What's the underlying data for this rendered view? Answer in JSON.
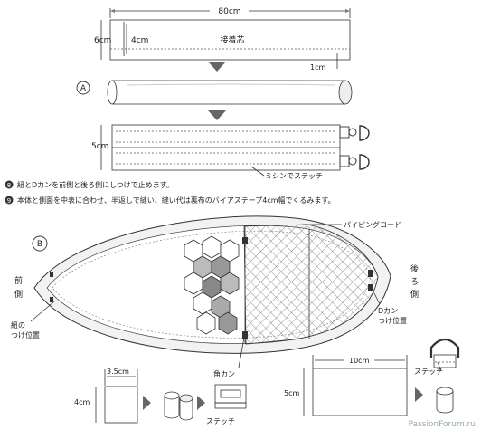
{
  "step_a": {
    "marker": "A",
    "strip_length": "80cm",
    "strip_height": "6cm",
    "inner_height": "4cm",
    "interfacing": "接着芯",
    "margin": "1cm",
    "width_sewn": "5cm",
    "stitch_note": "ミシンでステッチ"
  },
  "instructions": {
    "step8_num": "8",
    "step8": "紐とDカンを前側と後ろ側にしつけで止めます。",
    "step9_num": "9",
    "step9": "本体と側面を中表に合わせ、半返しで縫い、縫い代は裏布のバイアステープ4cm幅でくるみます。"
  },
  "step_b": {
    "marker": "B",
    "piping": "パイピングコード",
    "front": [
      "前",
      "側"
    ],
    "back": [
      "後",
      "ろ",
      "側"
    ],
    "strap_pos": [
      "紐の",
      "つけ位置"
    ],
    "dring_pos": [
      "Dカン",
      "つけ位置"
    ],
    "square_ring": "角カン"
  },
  "small_piece": {
    "width": "3.5cm",
    "height": "4cm",
    "stitch": "ステッチ"
  },
  "large_piece": {
    "width": "10cm",
    "height": "5cm",
    "stitch": "ステッチ"
  },
  "watermark": "PassionForum.ru"
}
